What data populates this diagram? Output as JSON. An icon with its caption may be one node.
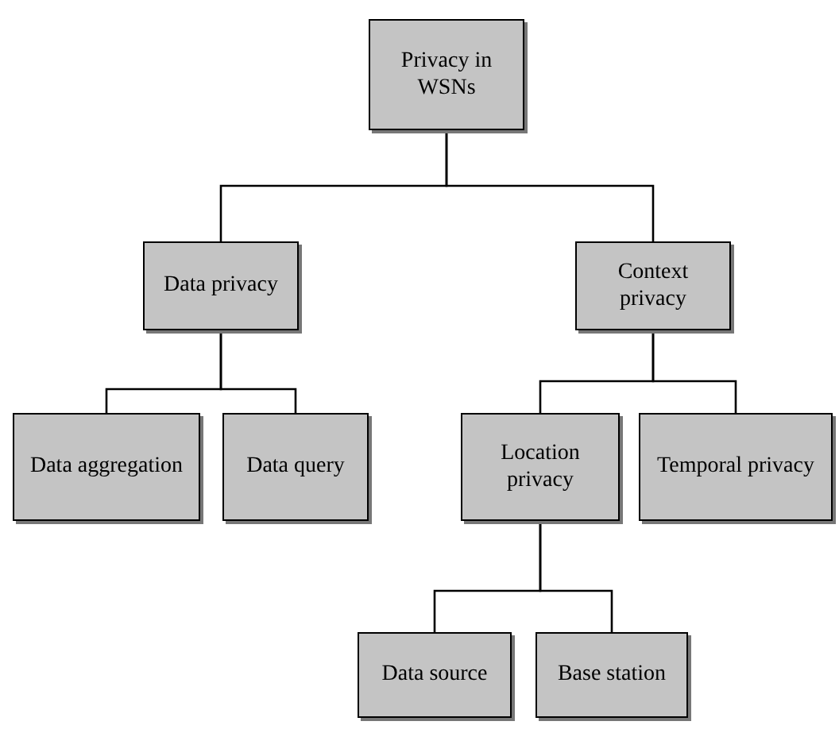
{
  "diagram": {
    "nodes": [
      {
        "text": [
          "Privacy in WSNs"
        ]
      },
      {
        "text": [
          "Data privacy"
        ]
      },
      {
        "text": [
          "Context privacy"
        ]
      },
      {
        "text": [
          "Data aggregation"
        ]
      },
      {
        "text": [
          "Data query"
        ]
      },
      {
        "text": [
          "Location privacy"
        ]
      },
      {
        "text": [
          "Temporal privacy"
        ]
      },
      {
        "text": [
          "Data source"
        ]
      },
      {
        "text": [
          "Base station"
        ]
      }
    ],
    "edges": [
      {
        "from": 0,
        "to": 1,
        "arrow": "none"
      },
      {
        "from": 0,
        "to": 2,
        "arrow": "none"
      },
      {
        "from": 1,
        "to": 3,
        "arrow": "none"
      },
      {
        "from": 1,
        "to": 4,
        "arrow": "none"
      },
      {
        "from": 2,
        "to": 5,
        "arrow": "none"
      },
      {
        "from": 2,
        "to": 6,
        "arrow": "none"
      },
      {
        "from": 5,
        "to": 7,
        "arrow": "none"
      },
      {
        "from": 5,
        "to": 8,
        "arrow": "none"
      }
    ]
  }
}
